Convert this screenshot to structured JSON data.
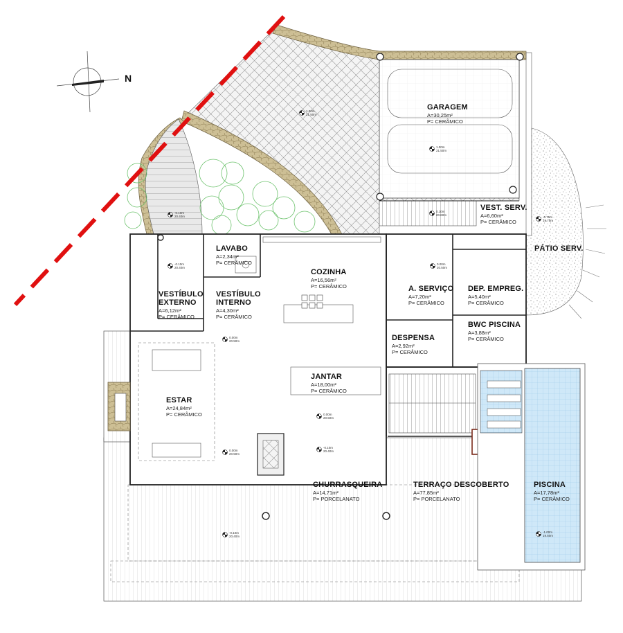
{
  "north": {
    "label": "N"
  },
  "rooms": [
    {
      "id": "garagem",
      "name": [
        "GARAGEM"
      ],
      "area": "A=30,25m²",
      "floor": "P= CERÂMICO"
    },
    {
      "id": "vest-serv",
      "name": [
        "VEST. SERV."
      ],
      "area": "A=6,60m²",
      "floor": "P= CERÂMICO"
    },
    {
      "id": "patio-serv",
      "name": [
        "PÁTIO SERV."
      ],
      "area": "",
      "floor": ""
    },
    {
      "id": "lavabo",
      "name": [
        "LAVABO"
      ],
      "area": "A=2,34m²",
      "floor": "P= CERÂMICO"
    },
    {
      "id": "cozinha",
      "name": [
        "COZINHA"
      ],
      "area": "A=16,56m²",
      "floor": "P= CERÂMICO"
    },
    {
      "id": "a-servico",
      "name": [
        "A. SERVIÇO"
      ],
      "area": "A=7,20m²",
      "floor": "P= CERÂMICO"
    },
    {
      "id": "dep-empreg",
      "name": [
        "DEP. EMPREG."
      ],
      "area": "A=5,40m²",
      "floor": "P= CERÂMICO"
    },
    {
      "id": "vestibulo-externo",
      "name": [
        "VESTÍBULO",
        "EXTERNO"
      ],
      "area": "A=6,12m²",
      "floor": "P= CERÂMICO"
    },
    {
      "id": "vestibulo-interno",
      "name": [
        "VESTÍBULO",
        "INTERNO"
      ],
      "area": "A=4,30m²",
      "floor": "P= CERÂMICO"
    },
    {
      "id": "despensa",
      "name": [
        "DESPENSA"
      ],
      "area": "A=2,92m²",
      "floor": "P= CERÂMICO"
    },
    {
      "id": "bwc-piscina",
      "name": [
        "BWC PISCINA"
      ],
      "area": "A=3,88m²",
      "floor": "P= CERÂMICO"
    },
    {
      "id": "jantar",
      "name": [
        "JANTAR"
      ],
      "area": "A=18,00m²",
      "floor": "P= CERÂMICO"
    },
    {
      "id": "estar",
      "name": [
        "ESTAR"
      ],
      "area": "A=24,84m²",
      "floor": "P= CERÂMICO"
    },
    {
      "id": "churrasqueira",
      "name": [
        "CHURRASQUEIRA"
      ],
      "area": "A=14,71m²",
      "floor": "P= PORCELANATO"
    },
    {
      "id": "terraco",
      "name": [
        "TERRAÇO DESCOBERTO"
      ],
      "area": "A=77,85m²",
      "floor": "P= PORCELANATO"
    },
    {
      "id": "piscina",
      "name": [
        "PISCINA"
      ],
      "area": "A=17,78m²",
      "floor": "P= CERÂMICO"
    }
  ],
  "levels": [
    {
      "id": "lvl-patio",
      "value": "1.00m",
      "abs": "21.50m"
    },
    {
      "id": "lvl-garagem",
      "value": "1.00m",
      "abs": "21.50m"
    },
    {
      "id": "lvl-escada",
      "value": "-0.10m",
      "abs": "20.40m"
    },
    {
      "id": "lvl-vest-serv",
      "value": "0.10m",
      "abs": "20.60m"
    },
    {
      "id": "lvl-patio-serv",
      "value": "-0.75m",
      "abs": "19.75m"
    },
    {
      "id": "lvl-vest-ext",
      "value": "-0.10m",
      "abs": "20.40m"
    },
    {
      "id": "lvl-aserv",
      "value": "0.00m",
      "abs": "20.50m"
    },
    {
      "id": "lvl-estar",
      "value": "0.00m",
      "abs": "20.50m"
    },
    {
      "id": "lvl-jantar",
      "value": "0.00m",
      "abs": "20.50m"
    },
    {
      "id": "lvl-estar2",
      "value": "0.00m",
      "abs": "20.50m"
    },
    {
      "id": "lvl-churr",
      "value": "-0.10m",
      "abs": "20.40m"
    },
    {
      "id": "lvl-terraco",
      "value": "-0.10m",
      "abs": "20.40m"
    },
    {
      "id": "lvl-piscina",
      "value": "-1.00m",
      "abs": "19.50m"
    }
  ],
  "colors": {
    "property_line": "#e01010",
    "stone_border": "#c8b88a",
    "pool_water": "#cfe8f8",
    "tree_outline": "#6cc26c",
    "fireplace": "#b08040",
    "wall_line": "#222222"
  }
}
